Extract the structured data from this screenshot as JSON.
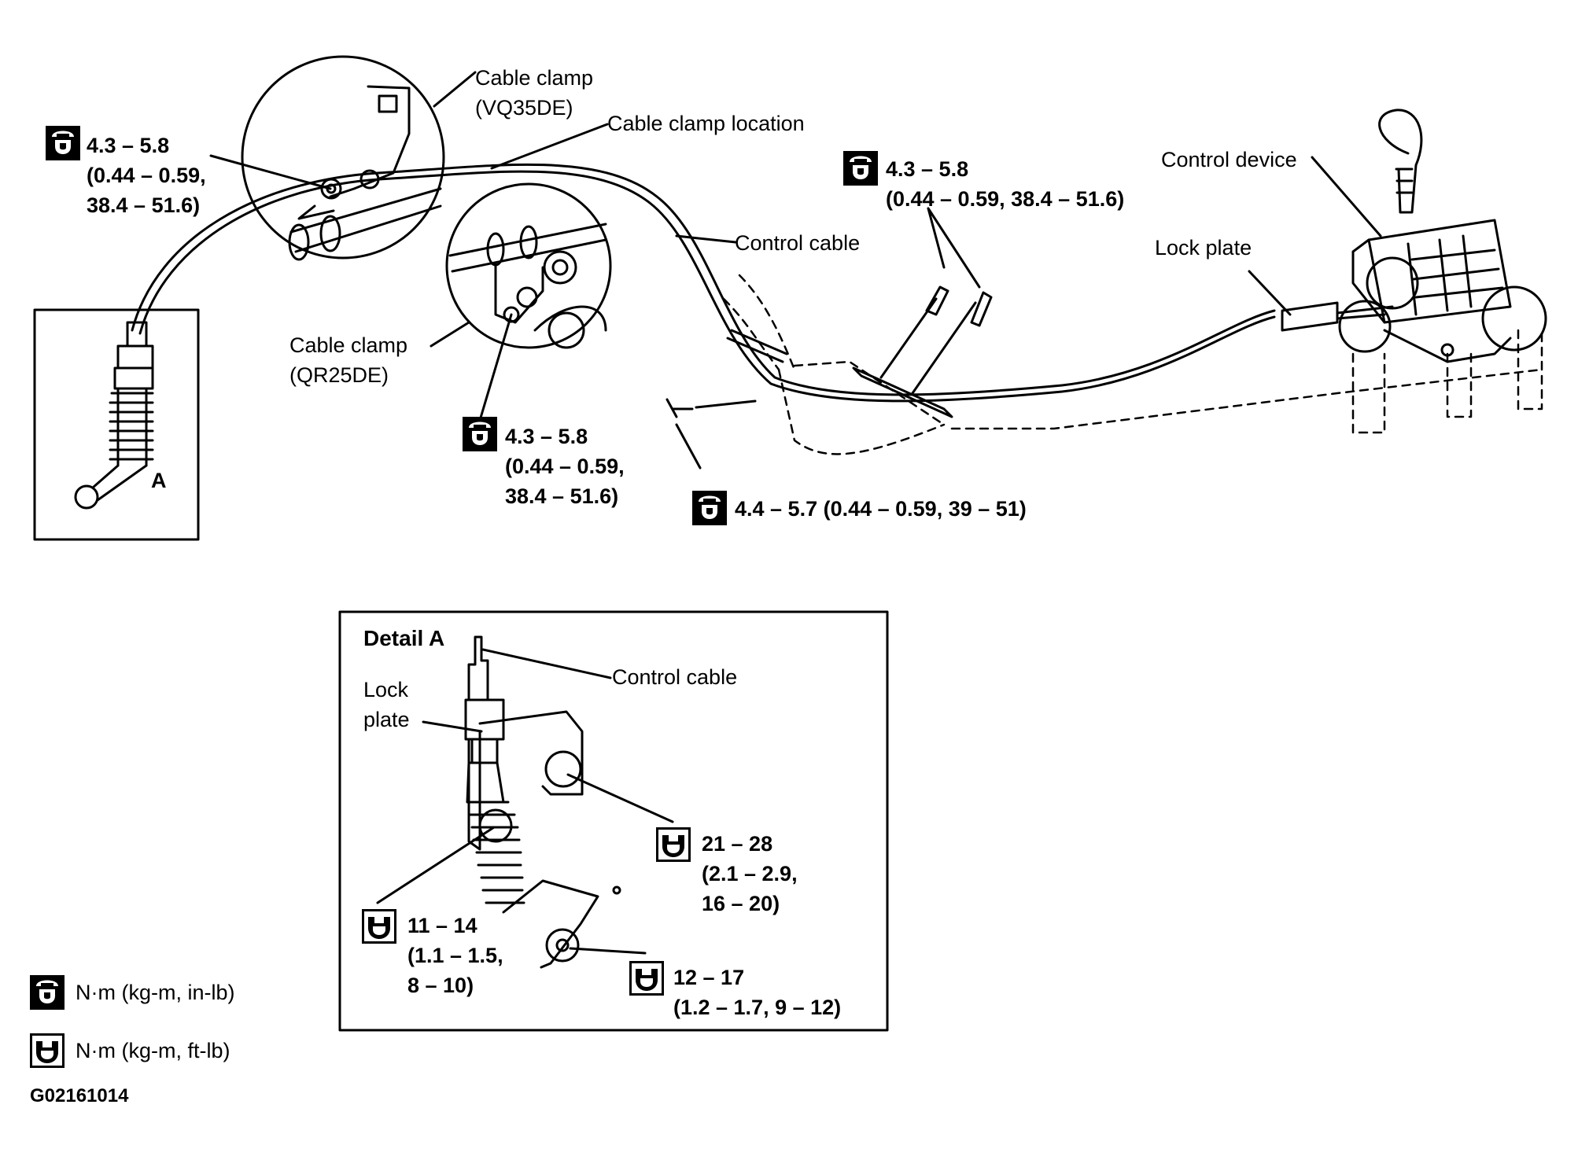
{
  "labels": {
    "cable_clamp_vq": [
      "Cable clamp",
      "(VQ35DE)"
    ],
    "cable_clamp_location": "Cable clamp location",
    "control_device": "Control device",
    "lock_plate": "Lock plate",
    "control_cable": "Control cable",
    "cable_clamp_qr": [
      "Cable clamp",
      "(QR25DE)"
    ],
    "detail_marker": "A"
  },
  "torques": {
    "left_clamp": [
      "4.3 – 5.8",
      "(0.44 – 0.59,",
      "38.4 – 51.6)"
    ],
    "top_center": [
      "4.3 – 5.8",
      "(0.44 – 0.59, 38.4 – 51.6)"
    ],
    "qr_clamp": [
      "4.3 – 5.8",
      "(0.44 – 0.59,",
      "38.4 – 51.6)"
    ],
    "bottom_bolt": "4.4 – 5.7 (0.44 – 0.59, 39 – 51)"
  },
  "detail": {
    "title": "Detail A",
    "control_cable": "Control cable",
    "lock_plate": [
      "Lock",
      "plate"
    ],
    "torque_upper": [
      "21 – 28",
      "(2.1 – 2.9,",
      "16 – 20)"
    ],
    "torque_left": [
      "11 – 14",
      "(1.1 – 1.5,",
      "8 – 10)"
    ],
    "torque_lower": [
      "12 – 17",
      "(1.2 – 1.7, 9 – 12)"
    ]
  },
  "legend": {
    "inlb": "N·m (kg-m, in-lb)",
    "ftlb": "N·m (kg-m, ft-lb)"
  },
  "figure_code": "G02161014",
  "icons": {
    "filled_torque": "torque-wrench-filled-icon",
    "outline_torque": "torque-wrench-outline-icon"
  }
}
